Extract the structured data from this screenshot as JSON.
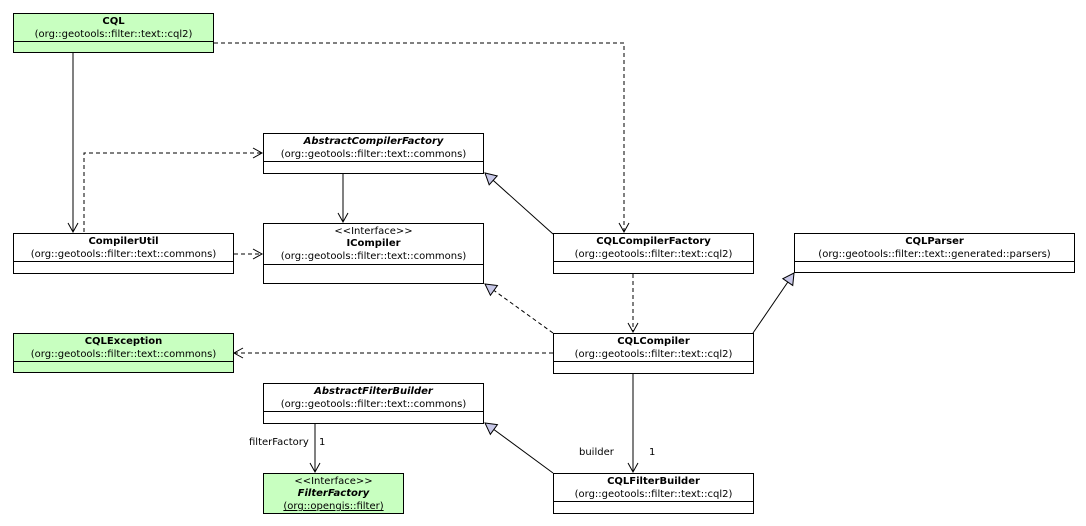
{
  "classes": {
    "cql": {
      "name": "CQL",
      "package": "(org::geotools::filter::text::cql2)"
    },
    "abstract_compiler_factory": {
      "name": "AbstractCompilerFactory",
      "package": "(org::geotools::filter::text::commons)"
    },
    "compiler_util": {
      "name": "CompilerUtil",
      "package": "(org::geotools::filter::text::commons)"
    },
    "icompiler": {
      "stereotype": "<<Interface>>",
      "name": "ICompiler",
      "package": "(org::geotools::filter::text::commons)"
    },
    "cql_compiler_factory": {
      "name": "CQLCompilerFactory",
      "package": "(org::geotools::filter::text::cql2)"
    },
    "cql_parser": {
      "name": "CQLParser",
      "package": "(org::geotools::filter::text::generated::parsers)"
    },
    "cql_exception": {
      "name": "CQLException",
      "package": "(org::geotools::filter::text::commons)"
    },
    "cql_compiler": {
      "name": "CQLCompiler",
      "package": "(org::geotools::filter::text::cql2)"
    },
    "abstract_filter_builder": {
      "name": "AbstractFilterBuilder",
      "package": "(org::geotools::filter::text::commons)"
    },
    "filter_factory": {
      "stereotype": "<<Interface>>",
      "name": "FilterFactory",
      "package": "(org::opengis::filter)"
    },
    "cql_filter_builder": {
      "name": "CQLFilterBuilder",
      "package": "(org::geotools::filter::text::cql2)"
    }
  },
  "labels": {
    "filter_factory_role": "filterFactory",
    "filter_factory_mult": "1",
    "builder_role": "builder",
    "builder_mult": "1"
  },
  "colors": {
    "highlight_fill": "#c8ffc0",
    "default_fill": "#ffffff",
    "generalization_arrow_fill": "#c8c8e8"
  }
}
